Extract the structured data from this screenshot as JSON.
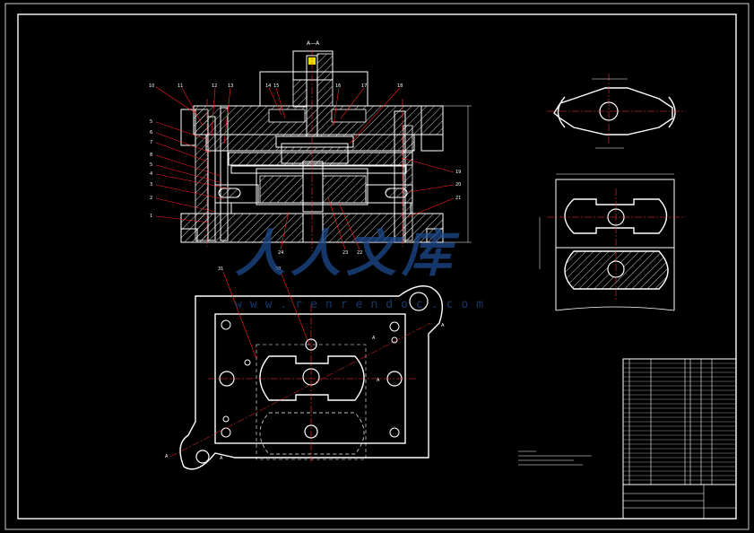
{
  "drawing": {
    "section_label": "A—A",
    "part_numbers_left": [
      "10",
      "11",
      "12",
      "13",
      "5",
      "6",
      "7",
      "8",
      "5",
      "4",
      "3",
      "2",
      "1"
    ],
    "part_numbers_top": [
      "14",
      "15",
      "16",
      "17",
      "18"
    ],
    "part_numbers_right": [
      "19",
      "20",
      "21"
    ],
    "part_numbers_bottom": [
      "24",
      "23",
      "22"
    ],
    "plan_labels": [
      "31",
      "30"
    ],
    "view_marks": {
      "a_top_right": "A",
      "a_mid": "A",
      "a_right": "A",
      "a_bottom_left": "A",
      "a_bottom": "A"
    }
  },
  "watermark": {
    "text": "人人文库",
    "url": "www.renrendoc.com"
  },
  "colors": {
    "line": "#ffffff",
    "hatch": "#ffffff",
    "center": "#ff3030",
    "leader": "#ff2020",
    "watermark": "#1e4a8c",
    "yellow": "#e8e000"
  }
}
